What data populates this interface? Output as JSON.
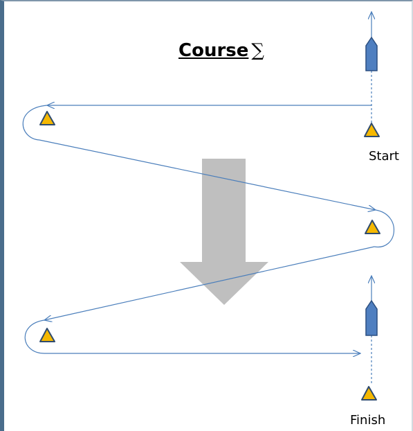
{
  "diagram": {
    "title": "Course",
    "title_symbol": "∑",
    "start_label": "Start",
    "finish_label": "Finish"
  },
  "icons": {
    "mark": "triangle-buoy-icon",
    "boat": "boat-icon",
    "flow_arrow": "down-arrow-icon"
  },
  "colors": {
    "course_line": "#4a7ebb",
    "mark_fill": "#f5b800",
    "mark_stroke": "#2f4b6e",
    "boat_fill": "#4f7fc0",
    "boat_stroke": "#2c4f80",
    "flow_arrow": "#bfbfbf",
    "frame": "#4a6d8c"
  }
}
